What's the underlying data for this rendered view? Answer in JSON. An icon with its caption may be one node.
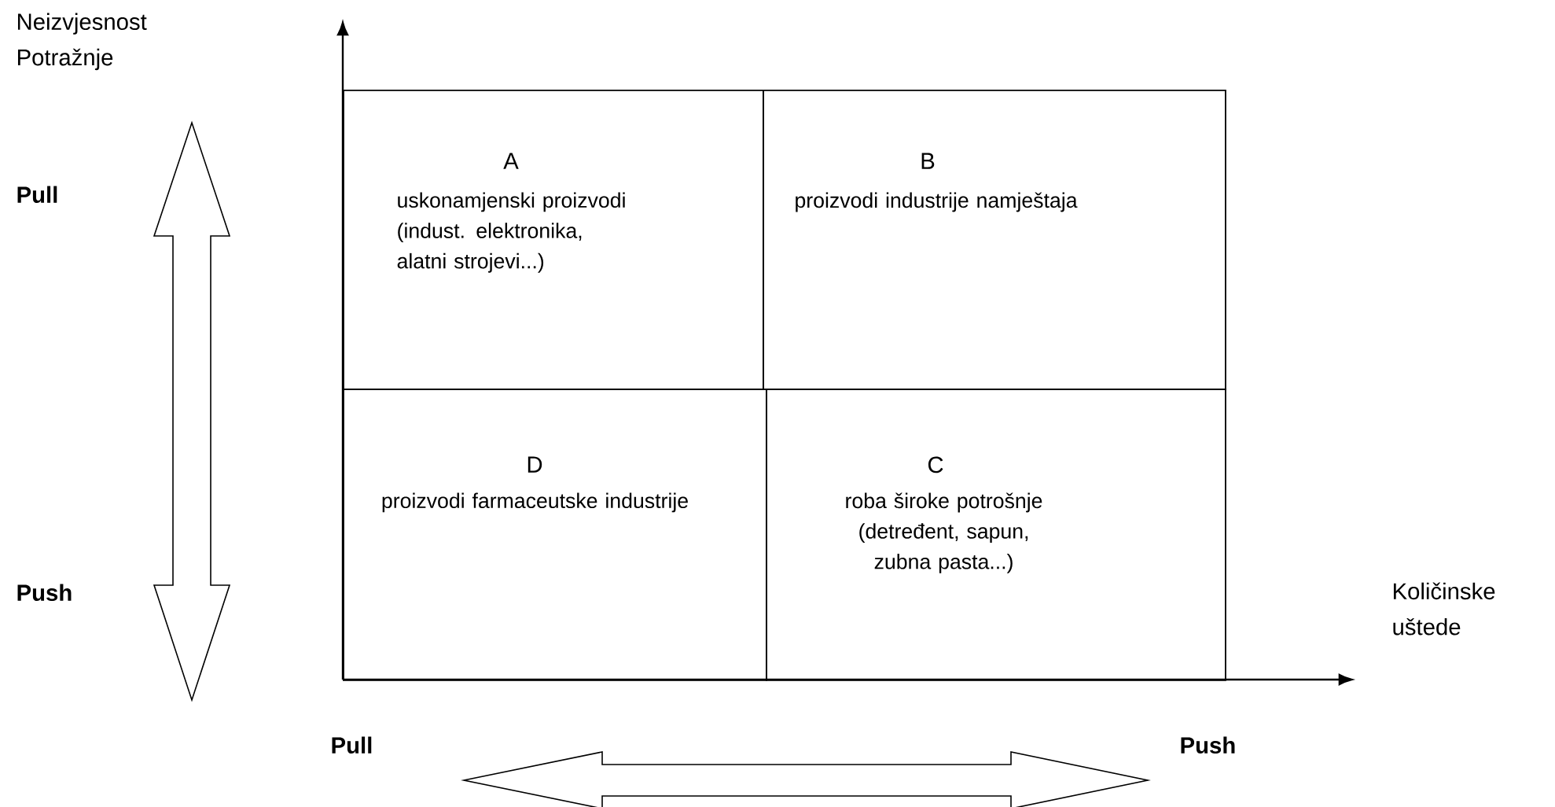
{
  "diagram": {
    "nodes": [
      {
        "text": [
          "A",
          "uskonamjenski proizvodi (indust. elektronika, alatni strojevi...)"
        ]
      },
      {
        "text": [
          "B",
          "proizvodi industrije namještaja"
        ]
      },
      {
        "text": [
          "D",
          "proizvodi farmaceutske industrije"
        ]
      },
      {
        "text": [
          "C",
          "roba široke  potrošnje (detređent, sapun, zubna pasta...)"
        ]
      }
    ],
    "labels": [
      "Neizvjesnost Potražnje",
      "Pull",
      "Push",
      "Količinske uštede",
      "Pull",
      "Push"
    ]
  }
}
